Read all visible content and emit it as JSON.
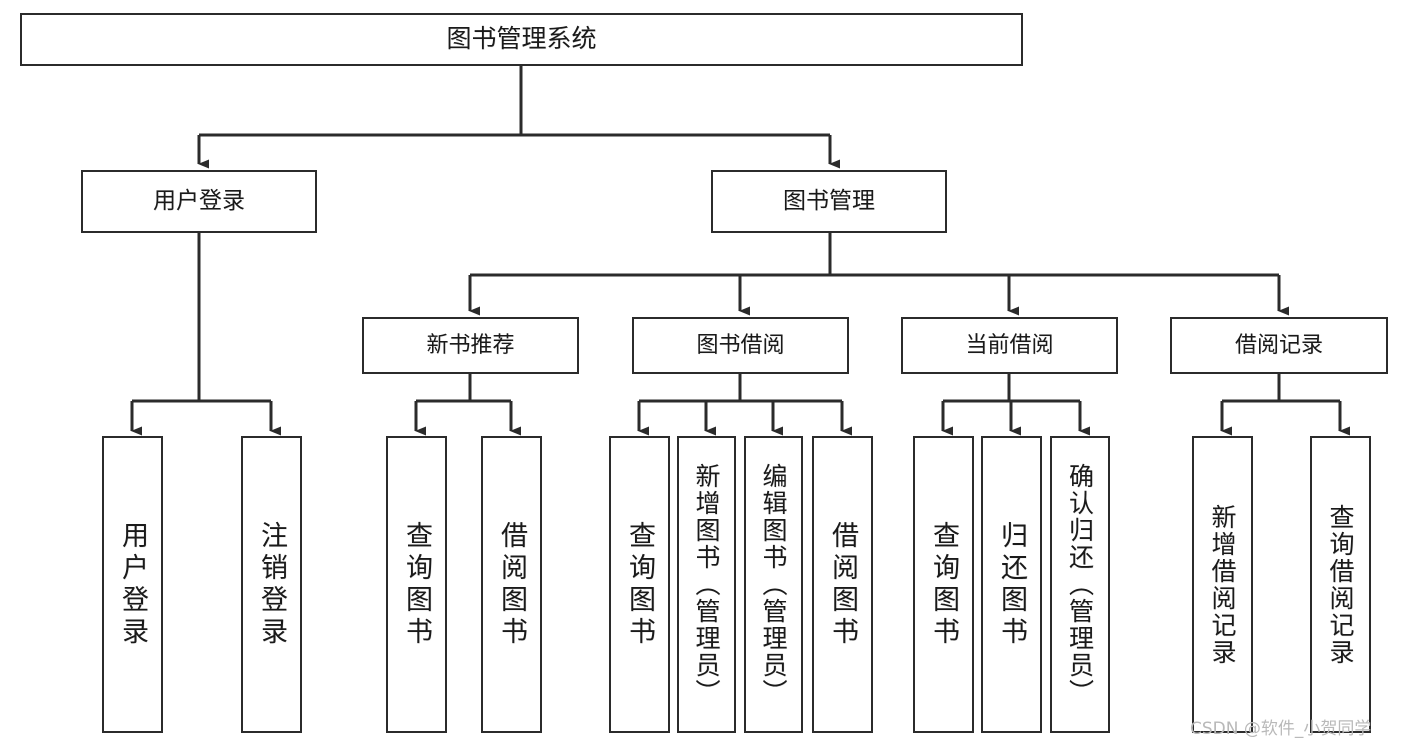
{
  "diagram": {
    "type": "tree-hierarchy",
    "title": "图书管理系统",
    "watermark": "CSDN @软件_小贺同学",
    "colors": {
      "stroke": "#2b2b2b",
      "fill": "#ffffff",
      "text": "#1a1a1a",
      "watermark": "#b9b9b9",
      "background": "#ffffff"
    },
    "levels": {
      "root": "图书管理系统",
      "level1": [
        "用户登录",
        "图书管理"
      ],
      "level2": [
        "新书推荐",
        "图书借阅",
        "当前借阅",
        "借阅记录"
      ]
    },
    "nodes": {
      "root": {
        "label": "图书管理系统"
      },
      "l1": [
        {
          "label": "用户登录"
        },
        {
          "label": "图书管理"
        }
      ],
      "l2": [
        {
          "label": "新书推荐"
        },
        {
          "label": "图书借阅"
        },
        {
          "label": "当前借阅"
        },
        {
          "label": "借阅记录"
        }
      ],
      "leaves": [
        {
          "label": "用户登录"
        },
        {
          "label": "注销登录"
        },
        {
          "label": "查询图书"
        },
        {
          "label": "借阅图书"
        },
        {
          "label": "查询图书"
        },
        {
          "label": "新增图书（管理员）"
        },
        {
          "label": "编辑图书（管理员）"
        },
        {
          "label": "借阅图书"
        },
        {
          "label": "查询图书"
        },
        {
          "label": "归还图书"
        },
        {
          "label": "确认归还（管理员）"
        },
        {
          "label": "新增借阅记录"
        },
        {
          "label": "查询借阅记录"
        }
      ]
    },
    "edges": [
      {
        "from": "图书管理系统",
        "to": "用户登录"
      },
      {
        "from": "图书管理系统",
        "to": "图书管理"
      },
      {
        "from": "用户登录",
        "to": "用户登录"
      },
      {
        "from": "用户登录",
        "to": "注销登录"
      },
      {
        "from": "图书管理",
        "to": "新书推荐"
      },
      {
        "from": "图书管理",
        "to": "图书借阅"
      },
      {
        "from": "图书管理",
        "to": "当前借阅"
      },
      {
        "from": "图书管理",
        "to": "借阅记录"
      },
      {
        "from": "新书推荐",
        "to": "查询图书"
      },
      {
        "from": "新书推荐",
        "to": "借阅图书"
      },
      {
        "from": "图书借阅",
        "to": "查询图书"
      },
      {
        "from": "图书借阅",
        "to": "新增图书（管理员）"
      },
      {
        "from": "图书借阅",
        "to": "编辑图书（管理员）"
      },
      {
        "from": "图书借阅",
        "to": "借阅图书"
      },
      {
        "from": "当前借阅",
        "to": "查询图书"
      },
      {
        "from": "当前借阅",
        "to": "归还图书"
      },
      {
        "from": "当前借阅",
        "to": "确认归还（管理员）"
      },
      {
        "from": "借阅记录",
        "to": "新增借阅记录"
      },
      {
        "from": "借阅记录",
        "to": "查询借阅记录"
      }
    ]
  }
}
